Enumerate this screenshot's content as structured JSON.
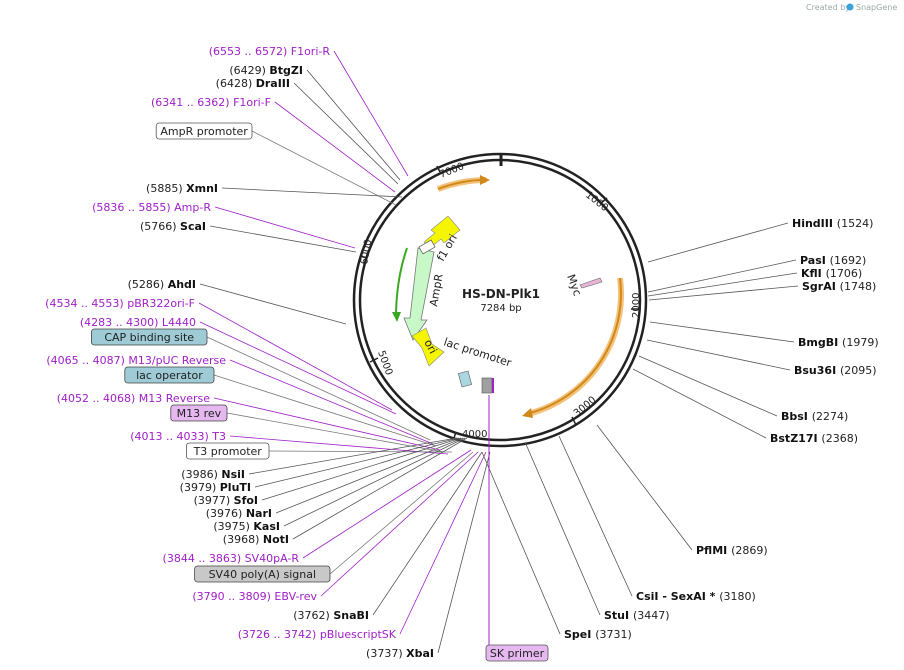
{
  "credit": "Created by",
  "brand": "SnapGene",
  "map": {
    "name": "HS-DN-Plk1",
    "size": "7284 bp"
  },
  "ticks": [
    "1000",
    "2000",
    "3000",
    "4000",
    "5000",
    "6000",
    "7000"
  ],
  "left_labels": [
    {
      "pos": "(6553 .. 6572)",
      "name": "F1ori-R",
      "kind": "primer"
    },
    {
      "pos": "(6429)",
      "name": "BtgZI",
      "kind": "enzyme"
    },
    {
      "pos": "(6428)",
      "name": "DraIII",
      "kind": "enzyme"
    },
    {
      "pos": "(6341 .. 6362)",
      "name": "F1ori-F",
      "kind": "primer"
    },
    {
      "pos": "",
      "name": "AmpR promoter",
      "kind": "box-white"
    },
    {
      "pos": "(5885)",
      "name": "XmnI",
      "kind": "enzyme"
    },
    {
      "pos": "(5836 .. 5855)",
      "name": "Amp-R",
      "kind": "primer"
    },
    {
      "pos": "(5766)",
      "name": "ScaI",
      "kind": "enzyme"
    },
    {
      "pos": "(5286)",
      "name": "AhdI",
      "kind": "enzyme"
    },
    {
      "pos": "(4534 .. 4553)",
      "name": "pBR322ori-F",
      "kind": "primer"
    },
    {
      "pos": "(4283 .. 4300)",
      "name": "L4440",
      "kind": "primer"
    },
    {
      "pos": "",
      "name": "CAP binding site",
      "kind": "box-teal"
    },
    {
      "pos": "(4065 .. 4087)",
      "name": "M13/pUC Reverse",
      "kind": "primer"
    },
    {
      "pos": "",
      "name": "lac operator",
      "kind": "box-teal"
    },
    {
      "pos": "(4052 .. 4068)",
      "name": "M13 Reverse",
      "kind": "primer"
    },
    {
      "pos": "",
      "name": "M13 rev",
      "kind": "box-violet"
    },
    {
      "pos": "(4013 .. 4033)",
      "name": "T3",
      "kind": "primer"
    },
    {
      "pos": "",
      "name": "T3 promoter",
      "kind": "box-white"
    },
    {
      "pos": "(3986)",
      "name": "NsiI",
      "kind": "enzyme"
    },
    {
      "pos": "(3979)",
      "name": "PluTI",
      "kind": "enzyme"
    },
    {
      "pos": "(3977)",
      "name": "SfoI",
      "kind": "enzyme"
    },
    {
      "pos": "(3976)",
      "name": "NarI",
      "kind": "enzyme"
    },
    {
      "pos": "(3975)",
      "name": "KasI",
      "kind": "enzyme"
    },
    {
      "pos": "(3968)",
      "name": "NotI",
      "kind": "enzyme"
    },
    {
      "pos": "(3844 .. 3863)",
      "name": "SV40pA-R",
      "kind": "primer"
    },
    {
      "pos": "",
      "name": "SV40 poly(A) signal",
      "kind": "box-gray"
    },
    {
      "pos": "(3790 .. 3809)",
      "name": "EBV-rev",
      "kind": "primer"
    },
    {
      "pos": "(3762)",
      "name": "SnaBI",
      "kind": "enzyme"
    },
    {
      "pos": "(3726 .. 3742)",
      "name": "pBluescriptSK",
      "kind": "primer"
    },
    {
      "pos": "(3737)",
      "name": "XbaI",
      "kind": "enzyme"
    }
  ],
  "right_labels": [
    {
      "name": "HindIII",
      "pos": "(1524)"
    },
    {
      "name": "PasI",
      "pos": "(1692)"
    },
    {
      "name": "KflI",
      "pos": "(1706)"
    },
    {
      "name": "SgrAI",
      "pos": "(1748)"
    },
    {
      "name": "BmgBI",
      "pos": "(1979)"
    },
    {
      "name": "Bsu36I",
      "pos": "(2095)"
    },
    {
      "name": "BbsI",
      "pos": "(2274)"
    },
    {
      "name": "BstZ17I",
      "pos": "(2368)"
    },
    {
      "name": "PflMI",
      "pos": "(2869)"
    },
    {
      "name": "CsiI",
      "name2": "- SexAI *",
      "pos": "(3180)"
    },
    {
      "name": "StuI",
      "pos": "(3447)"
    },
    {
      "name": "SpeI",
      "pos": "(3731)"
    }
  ],
  "bottom_box": "SK primer",
  "features": {
    "f1_ori": "f1 ori",
    "ampr": "AmpR",
    "ori": "ori",
    "lac_promoter": "lac promoter",
    "myc": "Myc"
  }
}
